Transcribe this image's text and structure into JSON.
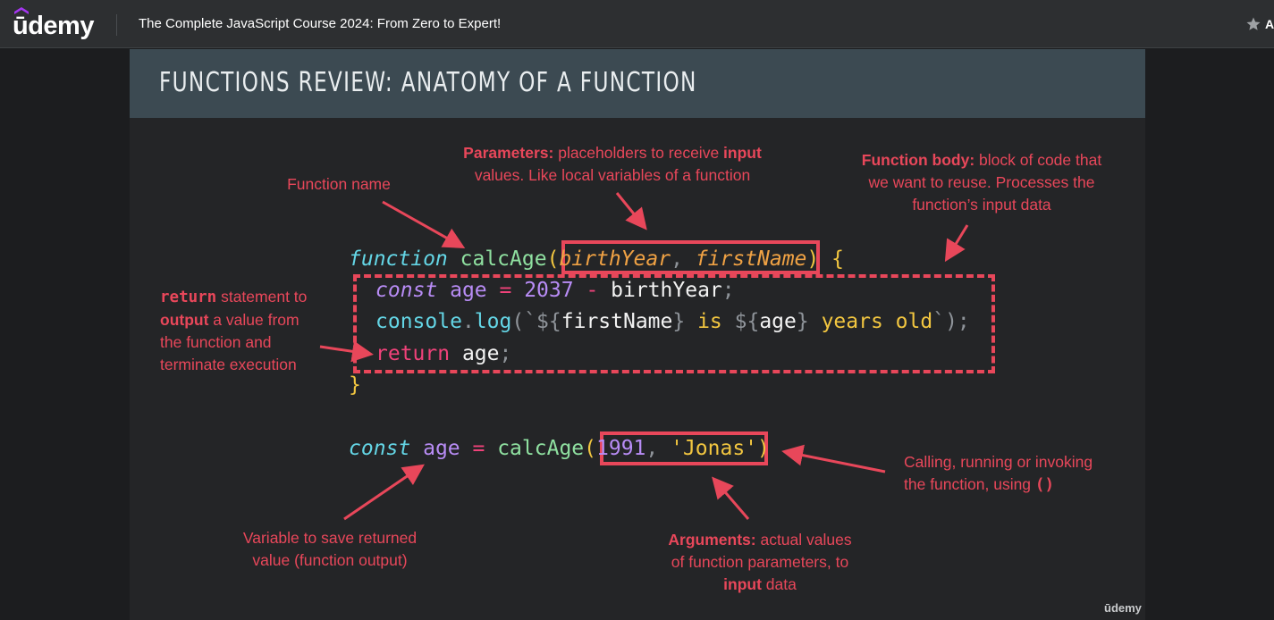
{
  "topbar": {
    "logo_text": "ūdemy",
    "course_title": "The Complete JavaScript Course 2024: From Zero to Expert!",
    "trailing_text": "A",
    "brand_color": "#a435f0"
  },
  "slide": {
    "title": "FUNCTIONS REVIEW: ANATOMY OF A FUNCTION",
    "watermark": "ūdemy",
    "annotations": {
      "function_name": "Function name",
      "parameters_bold": "Parameters:",
      "parameters_text1": " placeholders to receive ",
      "parameters_bold2": "input",
      "parameters_text2": "values. Like local variables of a function",
      "body_bold": "Function body:",
      "body_text1": " block of code that",
      "body_text2": "we want to reuse. Processes the",
      "body_text3": "function’s input data",
      "return_kw": "return",
      "return_text1": " statement to",
      "return_bold": "output",
      "return_text2": " a value from",
      "return_text3": "the function and",
      "return_text4": "terminate execution",
      "calling_text1": "Calling, running or invoking",
      "calling_text2": "the function, using ",
      "calling_paren": "()",
      "variable_text1": "Variable to save returned",
      "variable_text2": "value (function output)",
      "arguments_bold": "Arguments:",
      "arguments_text1": " actual values",
      "arguments_text2": "of function parameters, to",
      "arguments_bold2": "input",
      "arguments_text3": " data"
    },
    "code": {
      "l1_kw": "function",
      "l1_name": "calcAge",
      "l1_open": "(",
      "l1_p1": "birthYear",
      "l1_comma": ", ",
      "l1_p2": "firstName",
      "l1_close": ")",
      "l1_brace": " {",
      "l2_kw": "const",
      "l2_var": " age ",
      "l2_eq": "=",
      "l2_num": " 2037 ",
      "l2_minus": "-",
      "l2_rest": " birthYear",
      "l2_semi": ";",
      "l3_obj": "console",
      "l3_dot": ".",
      "l3_fn": "log",
      "l3_open": "(`",
      "l3_d1": "${",
      "l3_v1": "firstName",
      "l3_c1": "}",
      "l3_is": " is ",
      "l3_d2": "${",
      "l3_v2": "age",
      "l3_c2": "}",
      "l3_tail": " years old",
      "l3_close": "`);",
      "l4_kw": "return",
      "l4_rest": " age",
      "l4_semi": ";",
      "l5_brace": "}",
      "l6_kw": "const",
      "l6_var": " age ",
      "l6_eq": "=",
      "l6_fn": " calcAge",
      "l6_open": "(",
      "l6_num": "1991",
      "l6_comma": ", ",
      "l6_str": "'Jonas'",
      "l6_close": ")"
    }
  }
}
